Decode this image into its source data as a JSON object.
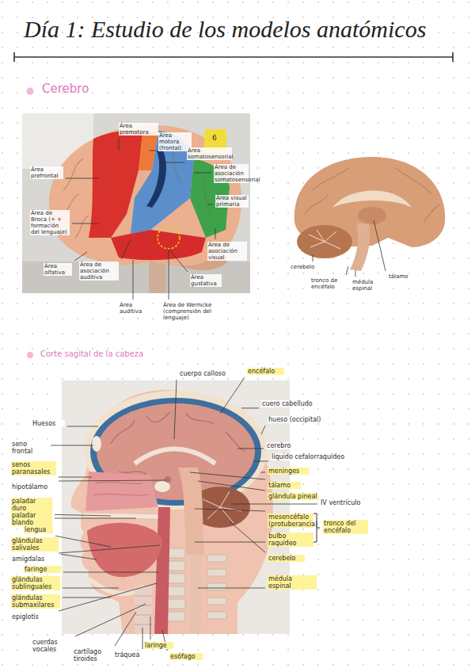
{
  "diagram": {
    "title": "Día 1: Estudio de los modelos anatómicos",
    "labels": [
      "Cerebro",
      "Corte sagital de la cabeza",
      "Área premotora",
      "Área motora (frontal)",
      "Área somatosensorial",
      "Área de asociación somatosensorial",
      "Área visual primaria",
      "Área prefrontal",
      "Área de Broca (+ + formación del lenguaje)",
      "Área olfativa",
      "Área de asociación auditiva",
      "Área de asociación visual",
      "Área gustativa",
      "Área auditiva",
      "Área de Wernicke (comprensión del lenguaje)",
      "6",
      "cerebelo",
      "tronco de encéfalo",
      "médula espinal",
      "tálamo",
      "cuerpo calloso",
      "encéfalo",
      "cuero cabelludo",
      "hueso (occipital)",
      "cerebro",
      "líquido cefalorraquídeo",
      "meninges",
      "tálamo",
      "glándula pineal",
      "IV ventrículo",
      "mesencéfalo (protuberancia)",
      "bulbo raquídeo",
      "tronco del encéfalo",
      "cerebelo",
      "médula espinal",
      "Huesos",
      "seno frontal",
      "senos paranasales",
      "hipotálamo",
      "paladar duro",
      "paladar blando",
      "lengua",
      "glándulas salivales",
      "amígdalas",
      "faringe",
      "glándulas sublinguales",
      "glándulas submaxilares",
      "epiglotis",
      "cuerdas vocales",
      "cartílago tiroides",
      "tráquea",
      "laringe",
      "esófago"
    ]
  }
}
